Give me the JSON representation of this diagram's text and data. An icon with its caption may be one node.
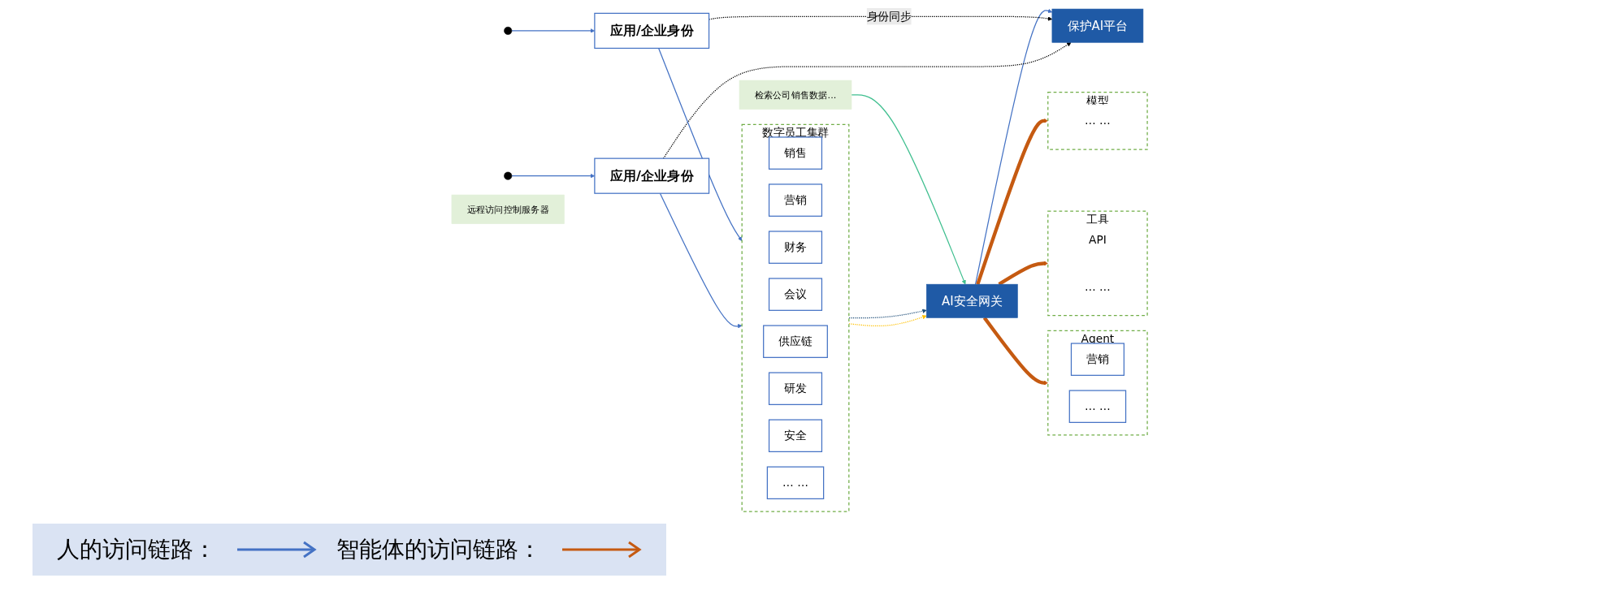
{
  "diagram": {
    "nodes": [
      {
        "text": [],
        "shape": "person"
      },
      {
        "text": [
          "应用/企业身份"
        ]
      },
      {
        "text": [
          "应用/企业身份"
        ]
      },
      {
        "text": [],
        "shape": "person"
      },
      {
        "text": [
          "数字员工集群"
        ]
      },
      {
        "text": [
          "销售"
        ],
        "in": 4
      },
      {
        "text": [
          "营销"
        ],
        "in": 4
      },
      {
        "text": [
          "财务"
        ],
        "in": 4
      },
      {
        "text": [
          "会议"
        ],
        "in": 4
      },
      {
        "text": [
          "供应链"
        ],
        "in": 4
      },
      {
        "text": [
          "研发"
        ],
        "in": 4
      },
      {
        "text": [
          "安全"
        ],
        "in": 4
      },
      {
        "text": [
          "… …"
        ],
        "in": 4
      },
      {
        "text": [
          "AI安全网关"
        ]
      },
      {
        "text": [
          "检索公司销售数据..."
        ]
      },
      {
        "text": [
          "远程访问控制服务器"
        ]
      },
      {
        "text": [
          "保护AI平台"
        ]
      },
      {
        "text": [
          "模型"
        ]
      },
      {
        "text": [
          "… …"
        ],
        "in": 17
      },
      {
        "text": [
          "工具"
        ]
      },
      {
        "text": [
          "API"
        ],
        "in": 19
      },
      {
        "text": [
          "… …"
        ],
        "in": 19
      },
      {
        "text": [
          "Agent"
        ]
      },
      {
        "text": [
          "营销"
        ],
        "in": 22
      },
      {
        "text": [
          "… …"
        ],
        "in": 22
      }
    ],
    "edges": [
      {
        "from": 0,
        "to": 1,
        "arrow": "to"
      },
      {
        "from": 3,
        "to": 2,
        "arrow": "to"
      },
      {
        "from": 1,
        "to": 4,
        "arrow": "to"
      },
      {
        "from": 2,
        "to": 4,
        "arrow": "to"
      },
      {
        "from": 4,
        "to": 13,
        "arrow": "to",
        "style": "dashed",
        "color": "#1f4e79"
      },
      {
        "from": 4,
        "to": 13,
        "arrow": "to",
        "style": "dashed",
        "color": "#ffc000"
      },
      {
        "from": 13,
        "to": 17,
        "arrow": "to",
        "style": "thick",
        "color": "#c55a11"
      },
      {
        "from": 13,
        "to": 19,
        "arrow": "to",
        "style": "thick",
        "color": "#c55a11"
      },
      {
        "from": 13,
        "to": 22,
        "arrow": "to",
        "style": "thick",
        "color": "#c55a11"
      },
      {
        "from": 14,
        "to": 13,
        "arrow": "to",
        "color": "#3fbf8f"
      },
      {
        "from": 13,
        "to": 16,
        "arrow": "to"
      },
      {
        "from": 1,
        "to": 16,
        "arrow": "to",
        "style": "dashed",
        "color": "#000000",
        "label": "身份同步"
      },
      {
        "from": 2,
        "to": 16,
        "arrow": "to",
        "style": "dashed",
        "color": "#000000"
      }
    ],
    "legend": [
      {
        "text": "人的访问链路："
      },
      {
        "text": "智能体的访问链路："
      }
    ]
  }
}
